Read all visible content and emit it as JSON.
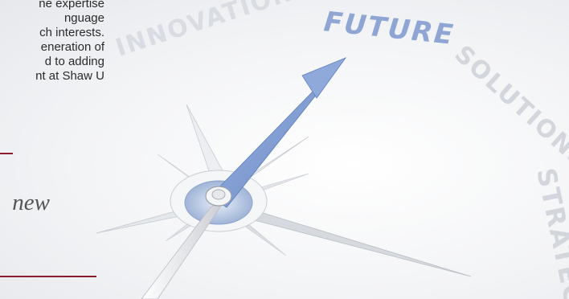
{
  "body_text": {
    "lines": [
      "ne expertise",
      "nguage",
      "ch interests.",
      "eneration of",
      "d to adding",
      "nt at Shaw U"
    ]
  },
  "feature_word": "new",
  "compass": {
    "words": [
      "INNOVATION",
      "FUTURE",
      "SOLUTIONS",
      "STRATEG"
    ],
    "accent_color": "#6f8fc4",
    "ring_text_color": "#cfd3da"
  },
  "colors": {
    "rule": "#8a1c2b",
    "text": "#2b2b2b",
    "italic": "#555555"
  }
}
